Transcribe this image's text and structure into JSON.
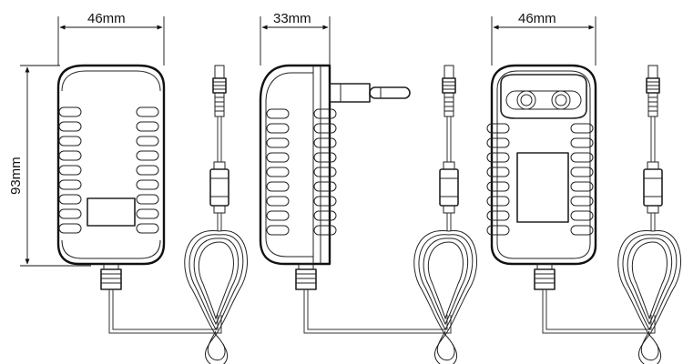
{
  "dimensions": {
    "front_width": "46mm",
    "side_depth": "33mm",
    "back_width": "46mm",
    "height": "93mm"
  },
  "views": [
    "front",
    "side",
    "back"
  ],
  "colors": {
    "line": "#222222",
    "background": "#ffffff"
  }
}
